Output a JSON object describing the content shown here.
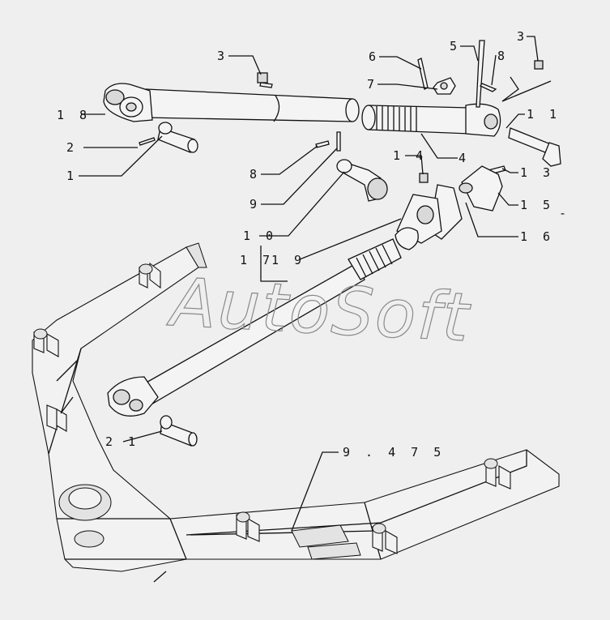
{
  "watermark": "AutoSoft",
  "labels": {
    "l18": "1 8",
    "l2": "2",
    "l1": "1",
    "l3a": "3",
    "l6": "6",
    "l7": "7",
    "l5": "5",
    "l8a": "8",
    "l3b": "3",
    "l11": "1 1",
    "l4": "4",
    "l14": "1 4",
    "l13": "1 3",
    "l15": "1 5",
    "l16": "1 6",
    "l8b": "8",
    "l9": "9",
    "l10": "1 0",
    "l17": "1 7",
    "l19": "1 9",
    "l21": "2 1",
    "l9475": "9 . 4 7 5",
    "dash": "-"
  }
}
